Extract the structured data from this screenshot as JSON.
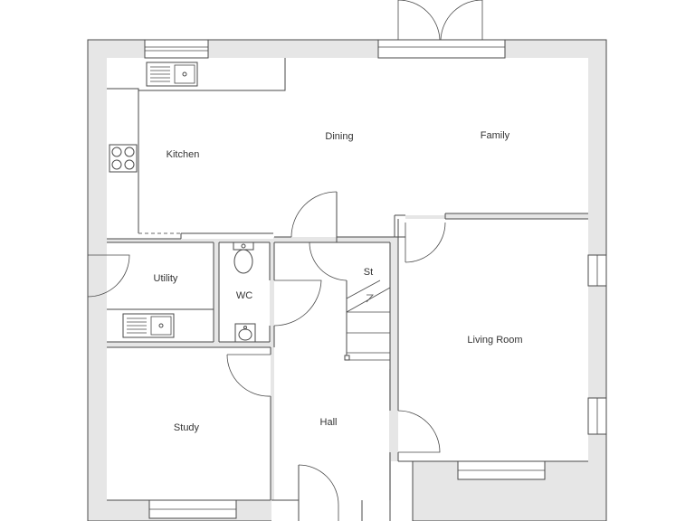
{
  "rooms": {
    "kitchen": "Kitchen",
    "dining": "Dining",
    "family": "Family",
    "utility": "Utility",
    "wc": "WC",
    "st": "St",
    "living_room": "Living Room",
    "study": "Study",
    "hall": "Hall"
  }
}
